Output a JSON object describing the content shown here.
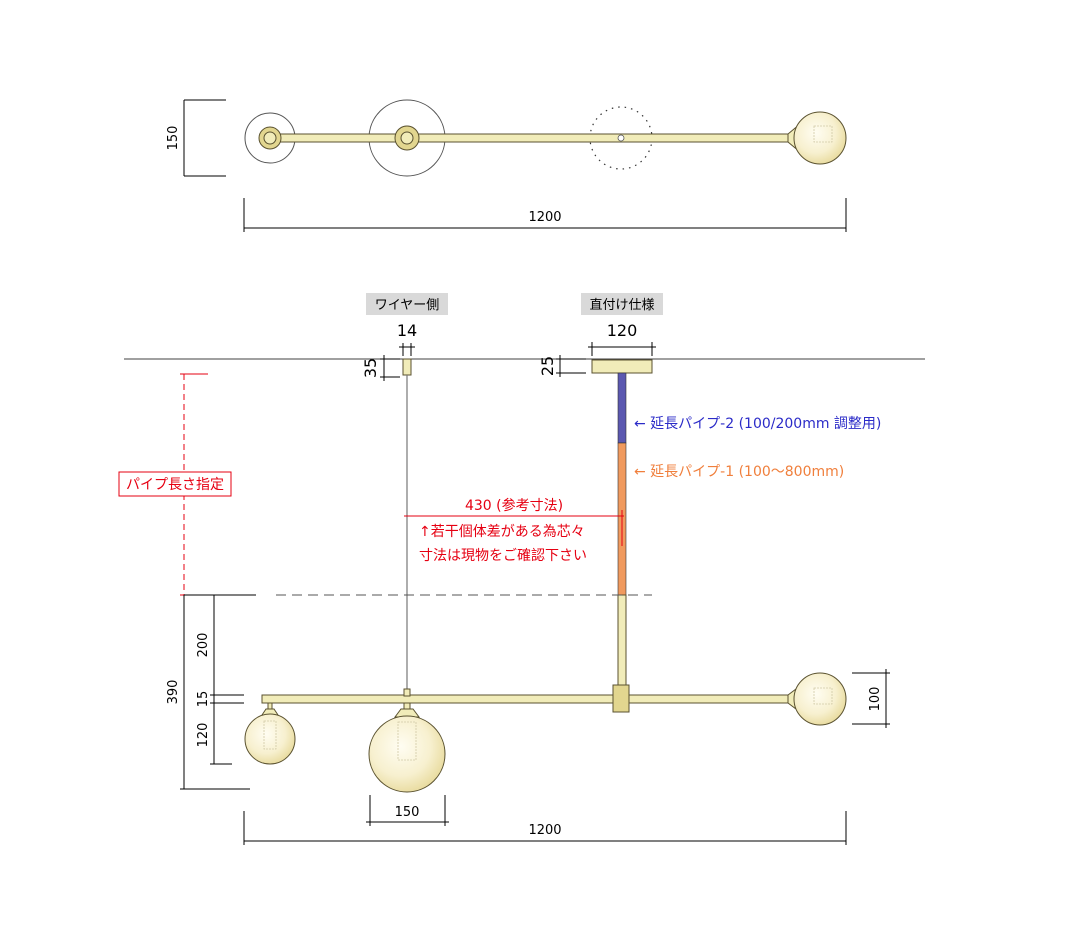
{
  "top_view": {
    "height_dim": "150",
    "width_dim": "1200"
  },
  "side_view": {
    "wire_label": "ワイヤー側",
    "wire_width": "14",
    "wire_cap_height": "35",
    "direct_label": "直付け仕様",
    "direct_width": "120",
    "direct_base_height": "25",
    "pipe2_label": "← 延長パイプ-2 (100/200mm 調整用)",
    "pipe1_label": "← 延長パイプ-1 (100～800mm)",
    "pipe_length_label": "パイプ長さ指定",
    "reference_dim": "430 (参考寸法)",
    "note_line1": "↑若干個体差がある為芯々",
    "note_line2": "寸法は現物をご確認下さい",
    "dim_200": "200",
    "dim_390": "390",
    "dim_15": "15",
    "dim_120": "120",
    "dim_100": "100",
    "globe_dim": "150",
    "width_dim": "1200"
  },
  "colors": {
    "pipe2": "#5b58b0",
    "pipe1": "#f09a5e",
    "red": "#e60012",
    "label_bg": "#d9d9d9",
    "pipe2_text": "#2b2bc8",
    "pipe1_text": "#f07f3c"
  }
}
